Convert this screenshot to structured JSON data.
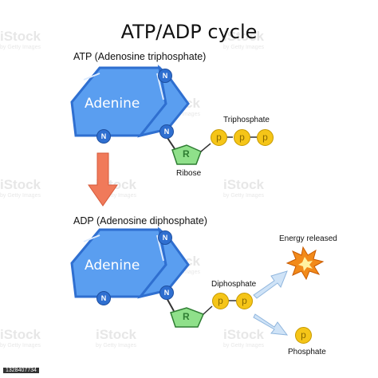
{
  "title": "ATP/ADP cycle",
  "atp": {
    "heading": "ATP (Adenosine triphosphate)",
    "adenine": "Adenine",
    "nitrogen": "N",
    "ribose_letter": "R",
    "ribose_label": "Ribose",
    "phosphate_group_label": "Triphosphate",
    "phosphates": [
      "p",
      "p",
      "p"
    ]
  },
  "adp": {
    "heading": "ADP (Adenosine diphosphate)",
    "adenine": "Adenine",
    "nitrogen": "N",
    "ribose_letter": "R",
    "phosphate_group_label": "Diphosphate",
    "phosphates": [
      "p",
      "p"
    ]
  },
  "products": {
    "energy_label": "Energy released",
    "phosphate_label": "Phosphate",
    "phosphate_letter": "p"
  },
  "watermark": {
    "brand": "iStock",
    "credit": "by Getty Images",
    "image_id": "1328407734"
  },
  "colors": {
    "adenine_fill": "#5a9ef0",
    "adenine_stroke": "#2f6fd0",
    "ribose_fill": "#8fe08a",
    "phosphate_fill": "#f5c518",
    "conversion_arrow": "#f07a5a",
    "product_arrow": "#cfe3f7"
  }
}
